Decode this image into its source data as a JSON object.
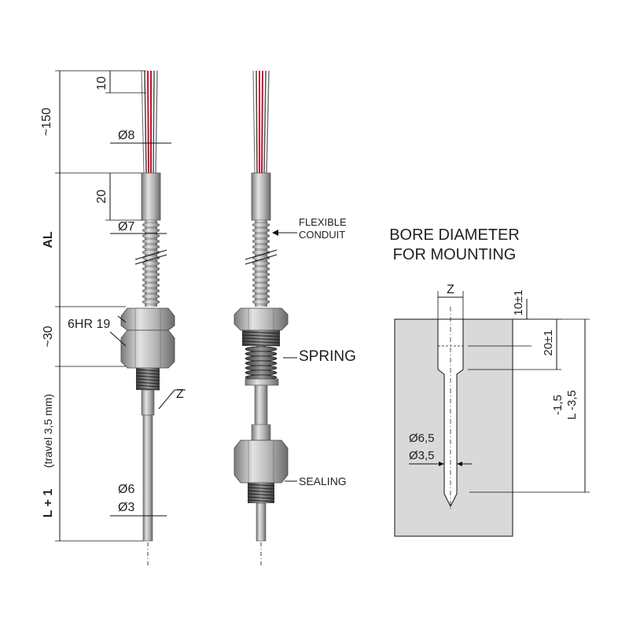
{
  "colors": {
    "metal_light": "#d6d6d6",
    "metal_mid": "#a9a9a9",
    "metal_dark": "#6f6f6f",
    "wire_red": "#c8102e",
    "block_fill": "#d9d9d9",
    "line": "#111111"
  },
  "left_view": {
    "dim_wires": "10",
    "dim_total_lead": "~150",
    "dim_wire_bundle_dia": "Ø8",
    "dim_sleeve": "20",
    "dim_conduit_dia": "Ø7",
    "dim_al": "AL",
    "dim_nut": "6HR 19",
    "dim_fitting": "~30",
    "dim_z": "Z",
    "dim_probe_outer": "Ø6",
    "dim_probe_inner": "Ø3",
    "dim_length": "L + 1",
    "dim_length_note": "(travel 3,5 mm)"
  },
  "middle_view": {
    "label_conduit_line1": "FLEXIBLE",
    "label_conduit_line2": "CONDUIT",
    "label_spring": "SPRING",
    "label_sealing": "SEALING"
  },
  "bore_view": {
    "title_line1": "BORE DIAMETER",
    "title_line2": "FOR MOUNTING",
    "dim_z": "Z",
    "dim_top": "10±1",
    "dim_counterbore": "20±1",
    "dim_bore_outer": "Ø6,5",
    "dim_bore_inner": "Ø3,5",
    "dim_depth_tol": "-1,5",
    "dim_depth": "L -3,5"
  }
}
